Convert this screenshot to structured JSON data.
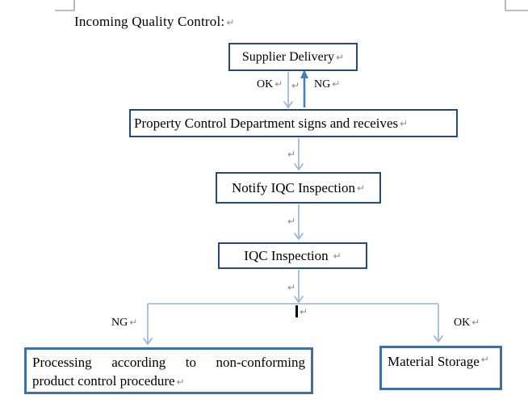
{
  "page": {
    "title": "Incoming Quality Control:",
    "return_mark": "↵"
  },
  "nodes": {
    "supplier": {
      "label": "Supplier Delivery"
    },
    "property": {
      "label": "Property Control Department signs and receives"
    },
    "notify": {
      "label": "Notify IQC Inspection"
    },
    "iqc": {
      "label": "IQC Inspection "
    },
    "processing": {
      "label_line1": "Processing according to non-conforming",
      "label_line2": "product control procedure"
    },
    "storage": {
      "label": "Material Storage"
    }
  },
  "edge_labels": {
    "ok_top": "OK",
    "ng_top": "NG",
    "ng_bottom": "NG",
    "ok_bottom": "OK"
  },
  "colors": {
    "box_border": "#24497e",
    "box_border_bottom": "#3e6fa5",
    "arrow_light": "#95b3d7",
    "arrow_dark": "#4a7ebb",
    "mark_gray": "#8a8a8a",
    "corner_gray": "#a8a8a8"
  }
}
